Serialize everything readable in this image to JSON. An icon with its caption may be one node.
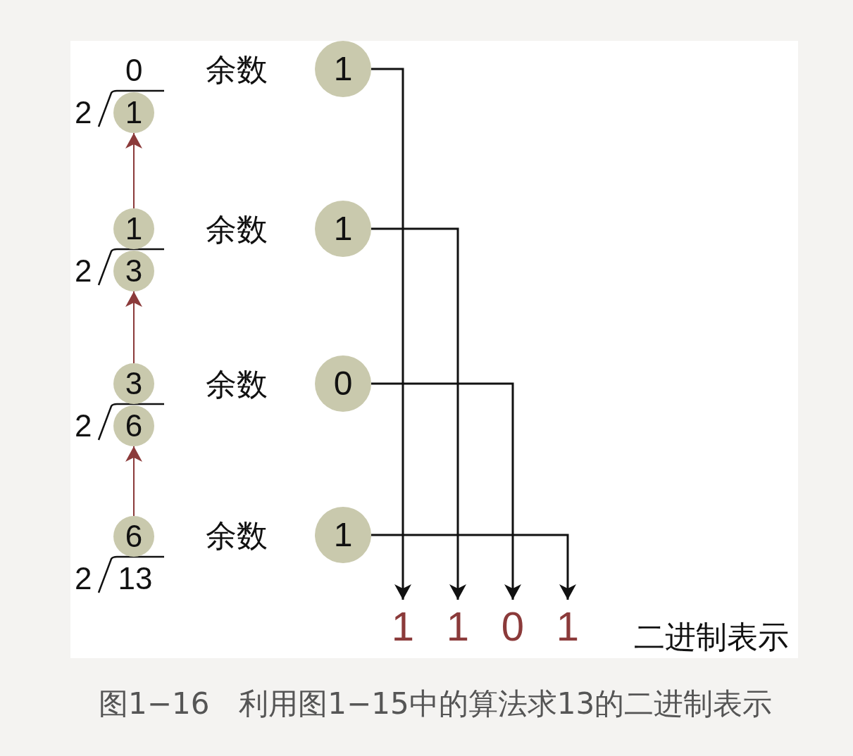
{
  "diagram": {
    "caption": "图1−16　利用图1−15中的算法求13的二进制表示",
    "nodes": [
      {
        "text": [
          "1"
        ]
      },
      {
        "text": [
          "1"
        ],
        "beside": [
          "余数"
        ]
      },
      {
        "text": [
          "1"
        ]
      },
      {
        "text": [
          "1"
        ],
        "beside": [
          "余数"
        ]
      },
      {
        "text": [
          "3"
        ]
      },
      {
        "text": [
          "3"
        ]
      },
      {
        "text": [
          "0"
        ],
        "beside": [
          "余数"
        ]
      },
      {
        "text": [
          "6"
        ]
      },
      {
        "text": [
          "6"
        ]
      },
      {
        "text": [
          "1"
        ],
        "beside": [
          "余数"
        ]
      },
      {
        "text": [
          "1"
        ]
      },
      {
        "text": [
          "1"
        ]
      },
      {
        "text": [
          "0"
        ]
      },
      {
        "text": [
          "1"
        ]
      }
    ],
    "edges": [
      {
        "from": 2,
        "to": 0,
        "arrow": "to",
        "color": "#8b3a3a"
      },
      {
        "from": 5,
        "to": 4,
        "arrow": "to",
        "color": "#8b3a3a"
      },
      {
        "from": 8,
        "to": 7,
        "arrow": "to",
        "color": "#8b3a3a"
      },
      {
        "from": 1,
        "to": 10,
        "arrow": "to"
      },
      {
        "from": 3,
        "to": 11,
        "arrow": "to"
      },
      {
        "from": 6,
        "to": 12,
        "arrow": "to"
      },
      {
        "from": 9,
        "to": 13,
        "arrow": "to"
      }
    ],
    "labels": [
      "0",
      "2",
      "2",
      "2",
      "2",
      "13",
      "二进制表示"
    ]
  }
}
